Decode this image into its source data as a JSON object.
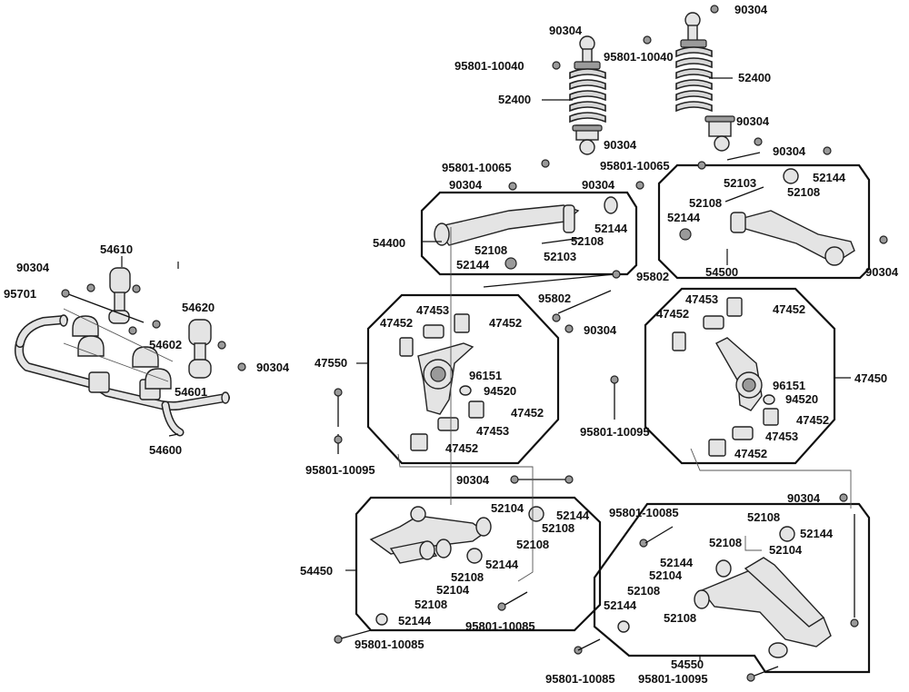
{
  "labels": {
    "l1": "90304",
    "l2": "95801-10040",
    "l3": "52400",
    "l4": "90304",
    "l5": "95801-10065",
    "l6": "90304",
    "l7": "95801-10040",
    "l8": "52400",
    "l9": "90304",
    "l10": "95801-10065",
    "l11": "90304",
    "l12": "52144",
    "l13": "52103",
    "l14": "52108",
    "l15": "52108",
    "l16": "52144",
    "l17": "54500",
    "l18": "90304",
    "l19": "90304",
    "l20": "90304",
    "l21": "54400",
    "l22": "52144",
    "l23": "52108",
    "l24": "52108",
    "l25": "52103",
    "l26": "52144",
    "l27": "95802",
    "l28": "95802",
    "l29": "90304",
    "l30": "54610",
    "l31": "90304",
    "l32": "95701",
    "l33": "54620",
    "l34": "54602",
    "l35": "90304",
    "l36": "54601",
    "l37": "54600",
    "l38": "47453",
    "l39": "47452",
    "l40": "47452",
    "l41": "47550",
    "l42": "96151",
    "l43": "94520",
    "l44": "47452",
    "l45": "47453",
    "l46": "47452",
    "l47": "95801-10095",
    "l48": "47453",
    "l49": "47452",
    "l50": "47452",
    "l51": "47450",
    "l52": "96151",
    "l53": "94520",
    "l54": "47452",
    "l55": "47453",
    "l56": "47452",
    "l57": "95801-10095",
    "l58": "90304",
    "l59": "52104",
    "l60": "52144",
    "l61": "52108",
    "l62": "52108",
    "l63": "54450",
    "l64": "52144",
    "l65": "52108",
    "l66": "52104",
    "l67": "52108",
    "l68": "52144",
    "l69": "95801-10085",
    "l70": "95801-10085",
    "l71": "95801-10085",
    "l72": "90304",
    "l73": "52108",
    "l74": "52144",
    "l75": "52108",
    "l76": "52104",
    "l77": "52144",
    "l78": "52104",
    "l79": "52108",
    "l80": "52144",
    "l81": "52108",
    "l82": "54550",
    "l83": "95801-10085",
    "l84": "95801-10095"
  }
}
